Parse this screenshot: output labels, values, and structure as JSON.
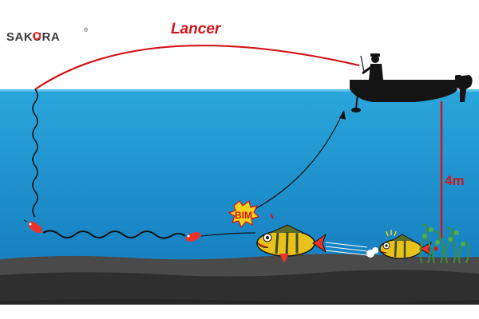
{
  "brand": {
    "logo_text": "SAKURA",
    "registered_mark": "®"
  },
  "labels": {
    "cast": "Lancer",
    "depth": "4m",
    "impact": "BIM"
  },
  "colors": {
    "sky": "#ffffff",
    "water_top": "#2aa6dc",
    "water_bottom": "#167fc0",
    "bottom_dark": "#2f2f2f",
    "bottom_mid": "#4a4a4a",
    "accent_red": "#d3151b",
    "lure_red": "#e8322a",
    "fish_yellow": "#e8c21a",
    "weed_green": "#3c8f3a",
    "line_dark": "#1a1a1a"
  },
  "icons": [
    "boat-icon",
    "angler-icon",
    "outboard-motor-icon",
    "lure-icon",
    "perch-fish-icon",
    "aquatic-weed-icon",
    "impact-burst-icon"
  ]
}
